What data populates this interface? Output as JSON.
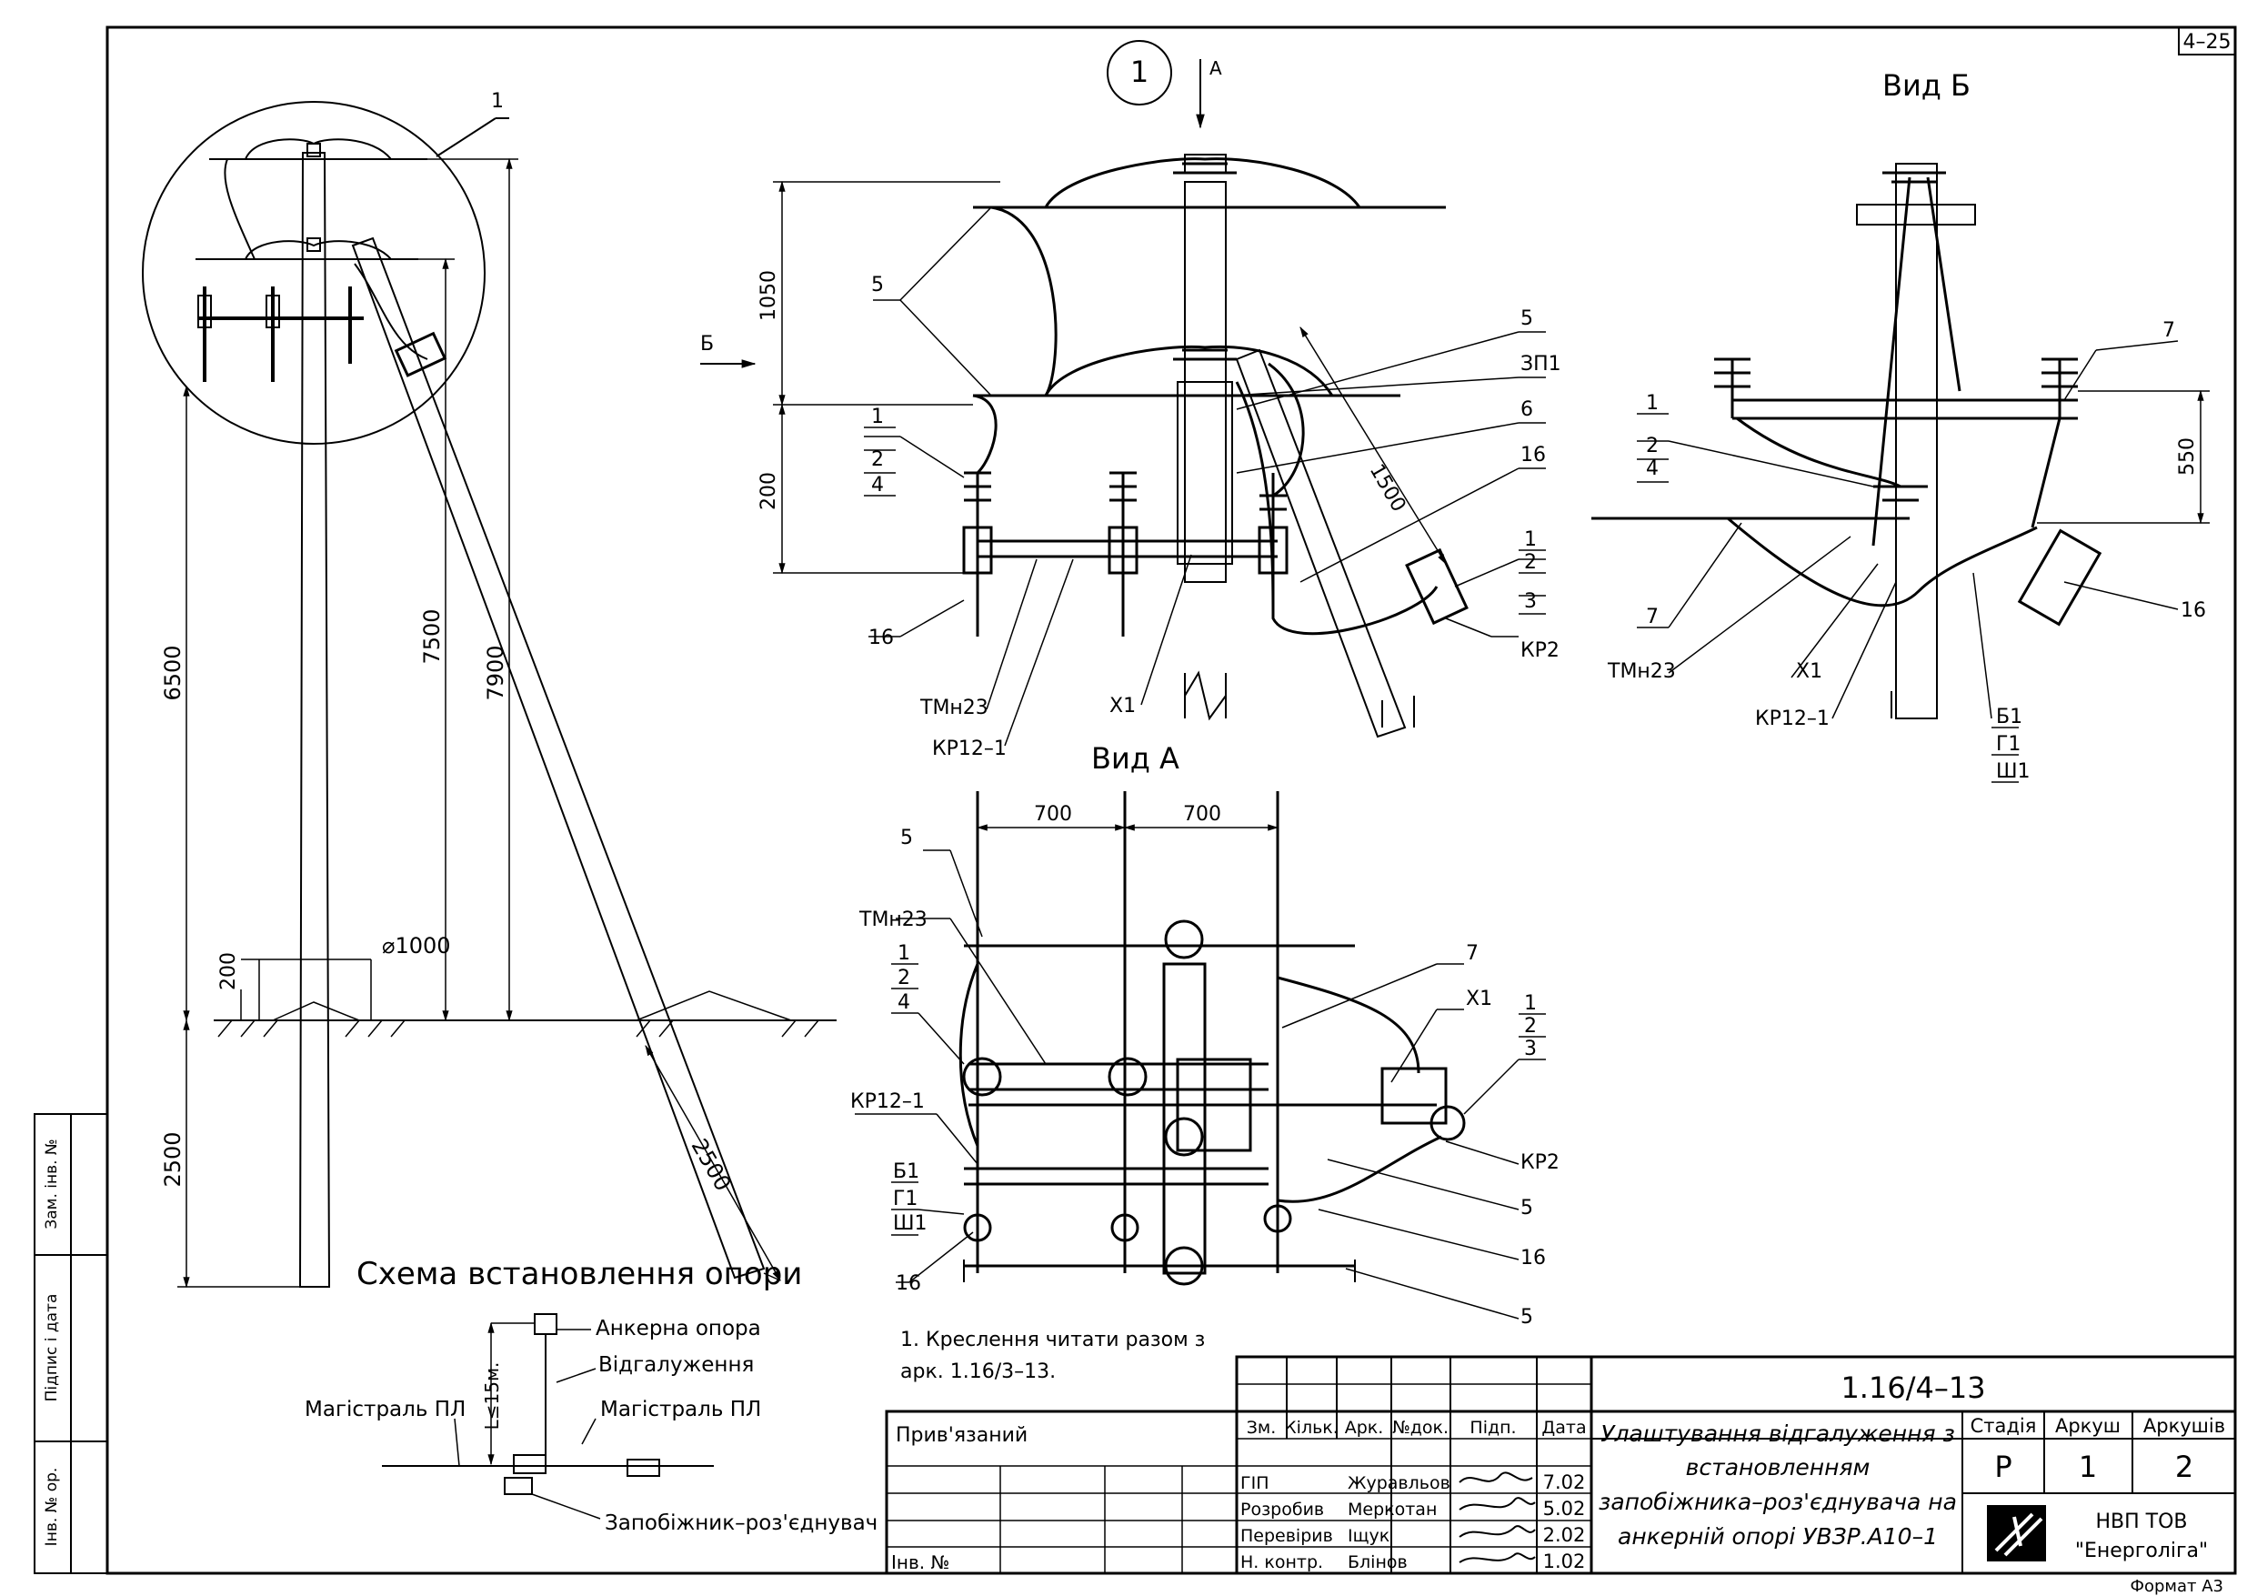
{
  "sheet_corner": "4–25",
  "format": "Формат А3",
  "node_number": "1",
  "arrow_a": "А",
  "arrow_b": "Б",
  "view_b_title": "Вид Б",
  "view_a_title": "Вид А",
  "scheme_title": "Схема встановлення опори",
  "dims": {
    "d1050": "1050",
    "d200": "200",
    "d1500": "1500",
    "d550": "550",
    "d700a": "700",
    "d700b": "700",
    "d6500": "6500",
    "d7500": "7500",
    "d7900": "7900",
    "d2500v": "2500",
    "d2500s": "2500",
    "d200g": "200",
    "dia1000": "⌀1000",
    "l15": "L≤15м."
  },
  "labels": {
    "c1": "1",
    "c5a": "5",
    "c5b": "5",
    "c3p1": "ЗП1",
    "c6": "6",
    "c16a": "16",
    "c1b": "1",
    "c2b": "2",
    "c3b": "3",
    "kr2a": "КР2",
    "c1c": "1",
    "c2c": "2",
    "c4c": "4",
    "c16b": "16",
    "tmn23a": "ТМн23",
    "kr121a": "КР12–1",
    "x1a": "Х1",
    "c7a": "7",
    "c1d": "1",
    "c2d": "2",
    "c4d": "4",
    "c7b": "7",
    "tmn23b": "ТМн23",
    "x1b": "Х1",
    "kr121b": "КР12–1",
    "c16c": "16",
    "b1a": "Б1",
    "g1a": "Г1",
    "sh1a": "Ш1",
    "c5c": "5",
    "tmn23c": "ТМн23",
    "c1e": "1",
    "c2e": "2",
    "c4e": "4",
    "kr121c": "КР12–1",
    "b1b": "Б1",
    "g1b": "Г1",
    "sh1b": "Ш1",
    "c16d": "16",
    "c7c": "7",
    "x1c": "Х1",
    "c1f": "1",
    "c2f": "2",
    "c3f": "3",
    "kr2b": "КР2",
    "c5d": "5",
    "c16e": "16",
    "c5e": "5"
  },
  "scheme_labels": {
    "anchor": "Анкерна опора",
    "branch": "Відгалуження",
    "main_left": "Магістраль ПЛ",
    "main_right": "Магістраль ПЛ",
    "fuse": "Запобіжник–роз'єднувач"
  },
  "note": [
    "1. Креслення читати разом з",
    "арк. 1.16/3–13."
  ],
  "side_stamp": [
    "Зам. інв. №",
    "Підпис і дата",
    "Інв. № ор."
  ],
  "title_block": {
    "code": "1.16/4–13",
    "title_lines": [
      "Улаштування відгалуження з",
      "встановленням",
      "запобіжника–роз'єднувача на",
      "анкерній опорі УВЗР.А10–1"
    ],
    "attached": "Прив'язаний",
    "inv": "Інв. №",
    "head": [
      "Зм.",
      "Кільк.",
      "Арк.",
      "№док.",
      "Підп.",
      "Дата"
    ],
    "rows": [
      {
        "role": "ГІП",
        "name": "Журавльов",
        "date": "7.02"
      },
      {
        "role": "Розробив",
        "name": "Меркотан",
        "date": "5.02"
      },
      {
        "role": "Перевірив",
        "name": "Іщук",
        "date": "2.02"
      },
      {
        "role": "Н. контр.",
        "name": "Блінов",
        "date": "1.02"
      }
    ],
    "stage_head": "Стадія",
    "sheet_head": "Аркуш",
    "sheets_head": "Аркушів",
    "stage": "Р",
    "sheet": "1",
    "sheets": "2",
    "org": [
      "НВП ТОВ",
      "\"Енерголіга\""
    ]
  }
}
